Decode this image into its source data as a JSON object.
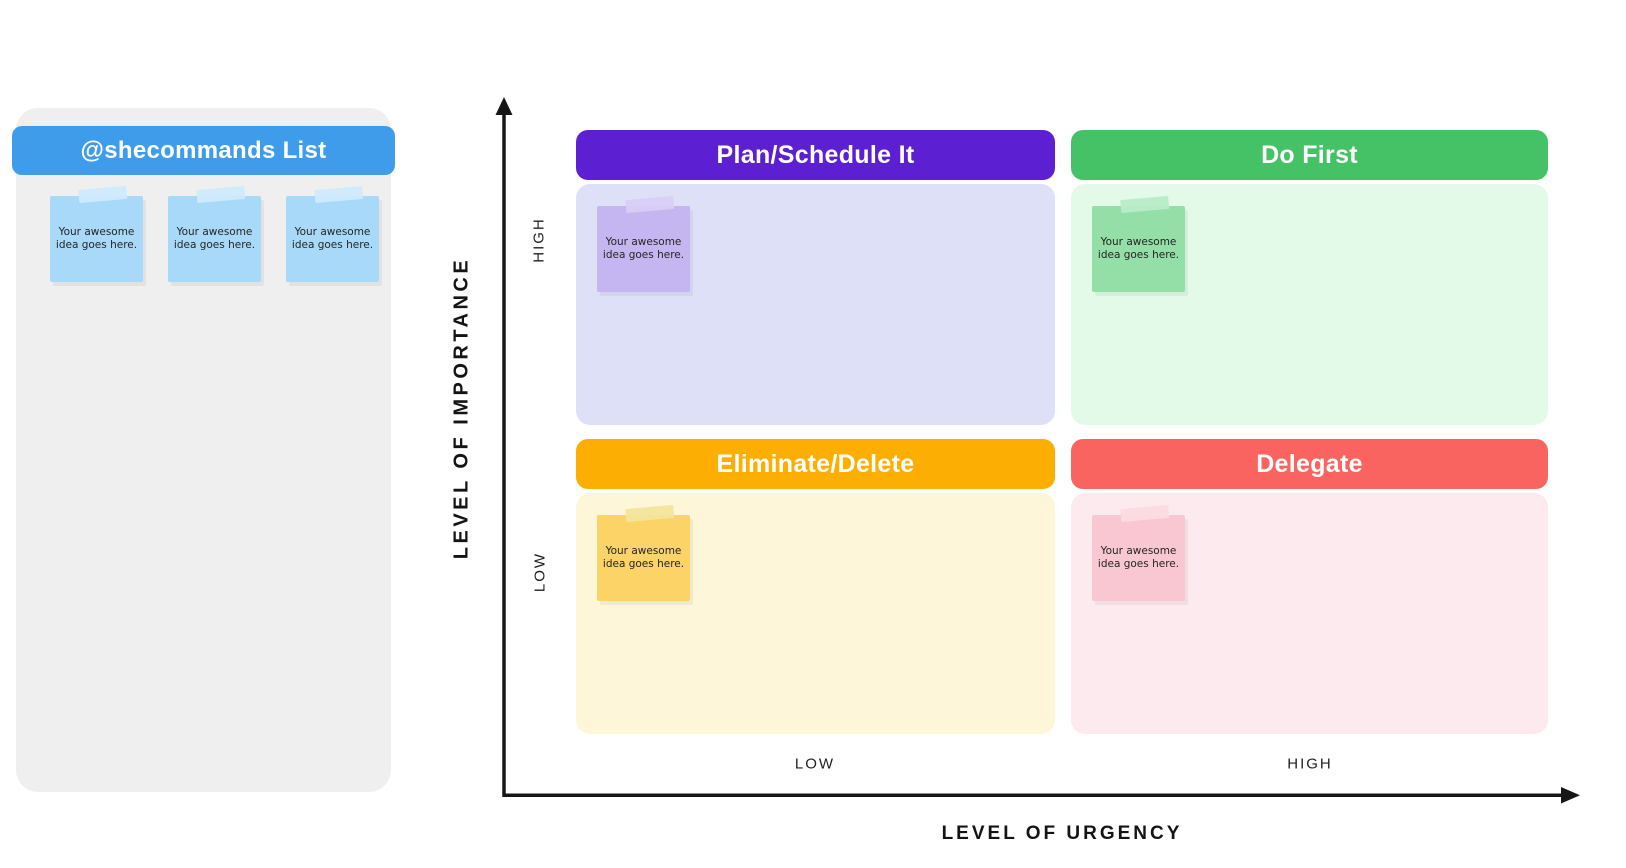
{
  "sidebar": {
    "title": "@shecommands List",
    "panel_color": "#efefef",
    "header_color": "#3f9ceb",
    "note_color": "#a9d9f8",
    "tape_color": "#cfeafd",
    "notes": [
      "Your awesome idea goes here.",
      "Your awesome idea goes here.",
      "Your awesome idea goes here."
    ]
  },
  "matrix": {
    "quadrants": [
      {
        "title": "Plan/Schedule It",
        "header_color": "#5c1fd1",
        "body_color": "#dee0f8",
        "note_color": "#c5b5f0",
        "tape_color": "#d9cdf6",
        "note_text": "Your awesome idea goes here."
      },
      {
        "title": "Do First",
        "header_color": "#45c266",
        "body_color": "#e3fae8",
        "note_color": "#93dfa7",
        "tape_color": "#b9ecc8",
        "note_text": "Your awesome idea goes here."
      },
      {
        "title": "Eliminate/Delete",
        "header_color": "#fcae02",
        "body_color": "#fdf6d8",
        "note_color": "#fbd366",
        "tape_color": "#f3e49c",
        "note_text": "Your awesome idea goes here."
      },
      {
        "title": "Delegate",
        "header_color": "#f96460",
        "body_color": "#fdeaee",
        "note_color": "#f9c7d1",
        "tape_color": "#fbdbe2",
        "note_text": "Your awesome idea goes here."
      }
    ]
  },
  "axes": {
    "line_color": "#161616",
    "y_title": "LEVEL OF IMPORTANCE",
    "y_high": "HIGH",
    "y_low": "LOW",
    "x_title": "LEVEL OF URGENCY",
    "x_low": "LOW",
    "x_high": "HIGH"
  }
}
